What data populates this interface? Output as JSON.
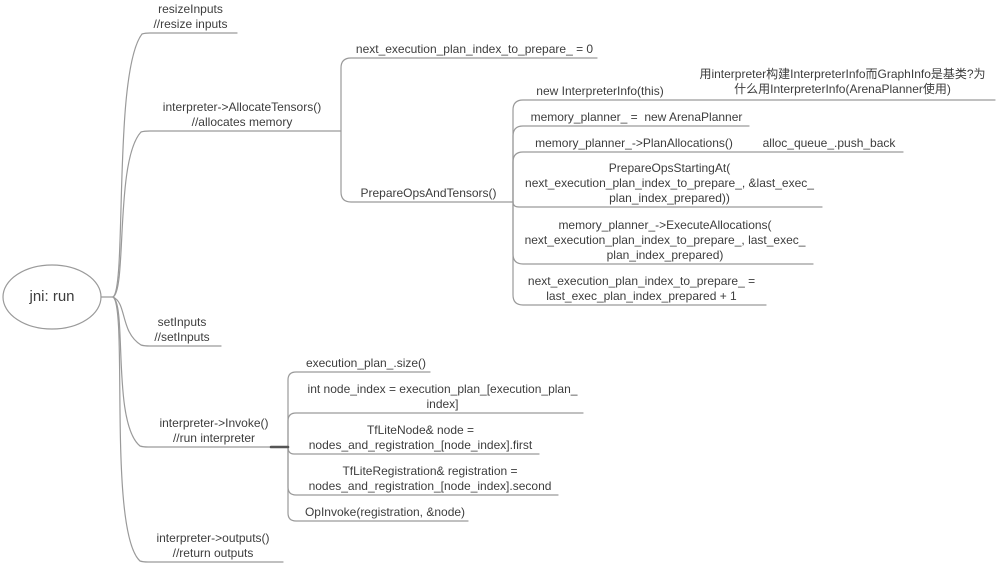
{
  "canvas": {
    "background": "#ffffff",
    "line_color": "#9a9a9a",
    "text_color": "#3d3d3d",
    "handle_color": "#555555"
  },
  "root": {
    "label": "jni: run"
  },
  "branches": [
    {
      "label": "resizeInputs\n//resize inputs"
    },
    {
      "label": "interpreter->AllocateTensors()\n//allocates memory",
      "children": [
        {
          "label": "next_execution_plan_index_to_prepare_ = 0"
        },
        {
          "label": "PrepareOpsAndTensors()",
          "children": [
            {
              "label": "new InterpreterInfo(this)",
              "children": [
                {
                  "label": "用interpreter构建InterpreterInfo而GraphInfo是基类?为\n什么用InterpreterInfo(ArenaPlanner使用)"
                }
              ]
            },
            {
              "label": "memory_planner_ =  new ArenaPlanner"
            },
            {
              "label": "memory_planner_->PlanAllocations()",
              "children": [
                {
                  "label": "alloc_queue_.push_back"
                }
              ]
            },
            {
              "label": "PrepareOpsStartingAt(\nnext_execution_plan_index_to_prepare_, &last_exec_\nplan_index_prepared))"
            },
            {
              "label": "memory_planner_->ExecuteAllocations(\nnext_execution_plan_index_to_prepare_, last_exec_\nplan_index_prepared)"
            },
            {
              "label": "next_execution_plan_index_to_prepare_ =\nlast_exec_plan_index_prepared + 1"
            }
          ]
        }
      ]
    },
    {
      "label": "setInputs\n//setInputs"
    },
    {
      "label": "interpreter->Invoke()\n//run interpreter",
      "children": [
        {
          "label": "execution_plan_.size()"
        },
        {
          "label": "int node_index = execution_plan_[execution_plan_\nindex]"
        },
        {
          "label": "TfLiteNode& node =\nnodes_and_registration_[node_index].first"
        },
        {
          "label": "TfLiteRegistration& registration =\nnodes_and_registration_[node_index].second"
        },
        {
          "label": "OpInvoke(registration, &node)"
        }
      ]
    },
    {
      "label": "interpreter->outputs()\n//return outputs"
    }
  ]
}
